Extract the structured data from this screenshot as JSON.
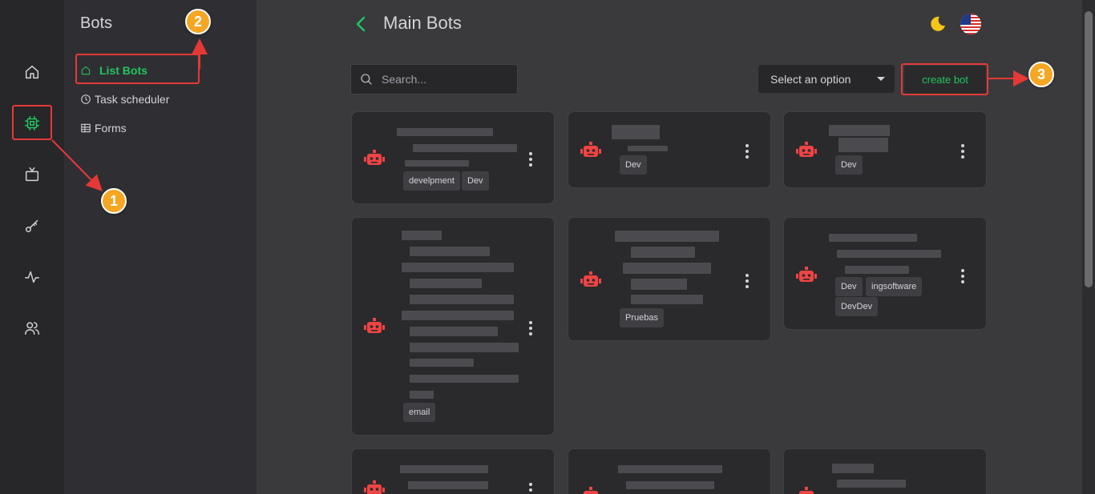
{
  "sidebar": {
    "title": "Bots",
    "items": [
      {
        "label": "List Bots"
      },
      {
        "label": "Task scheduler"
      },
      {
        "label": "Forms"
      }
    ]
  },
  "header": {
    "title": "Main Bots"
  },
  "toolbar": {
    "search_placeholder": "Search...",
    "select_value": "Select an option",
    "create_label": "create bot"
  },
  "cards": [
    {
      "tags": [
        "develpment",
        "Dev"
      ]
    },
    {
      "tags": [
        "Dev"
      ]
    },
    {
      "tags": [
        "Dev"
      ]
    },
    {
      "tags": [
        "email"
      ]
    },
    {
      "tags": [
        "Pruebas"
      ]
    },
    {
      "tags": [
        "Dev",
        "ingsoftware",
        "DevDev"
      ]
    }
  ],
  "annotations": [
    "1",
    "2",
    "3"
  ],
  "colors": {
    "accent": "#22c55e",
    "bot": "#ef4444",
    "annotation": "#e53935",
    "badge": "#f5a623"
  }
}
